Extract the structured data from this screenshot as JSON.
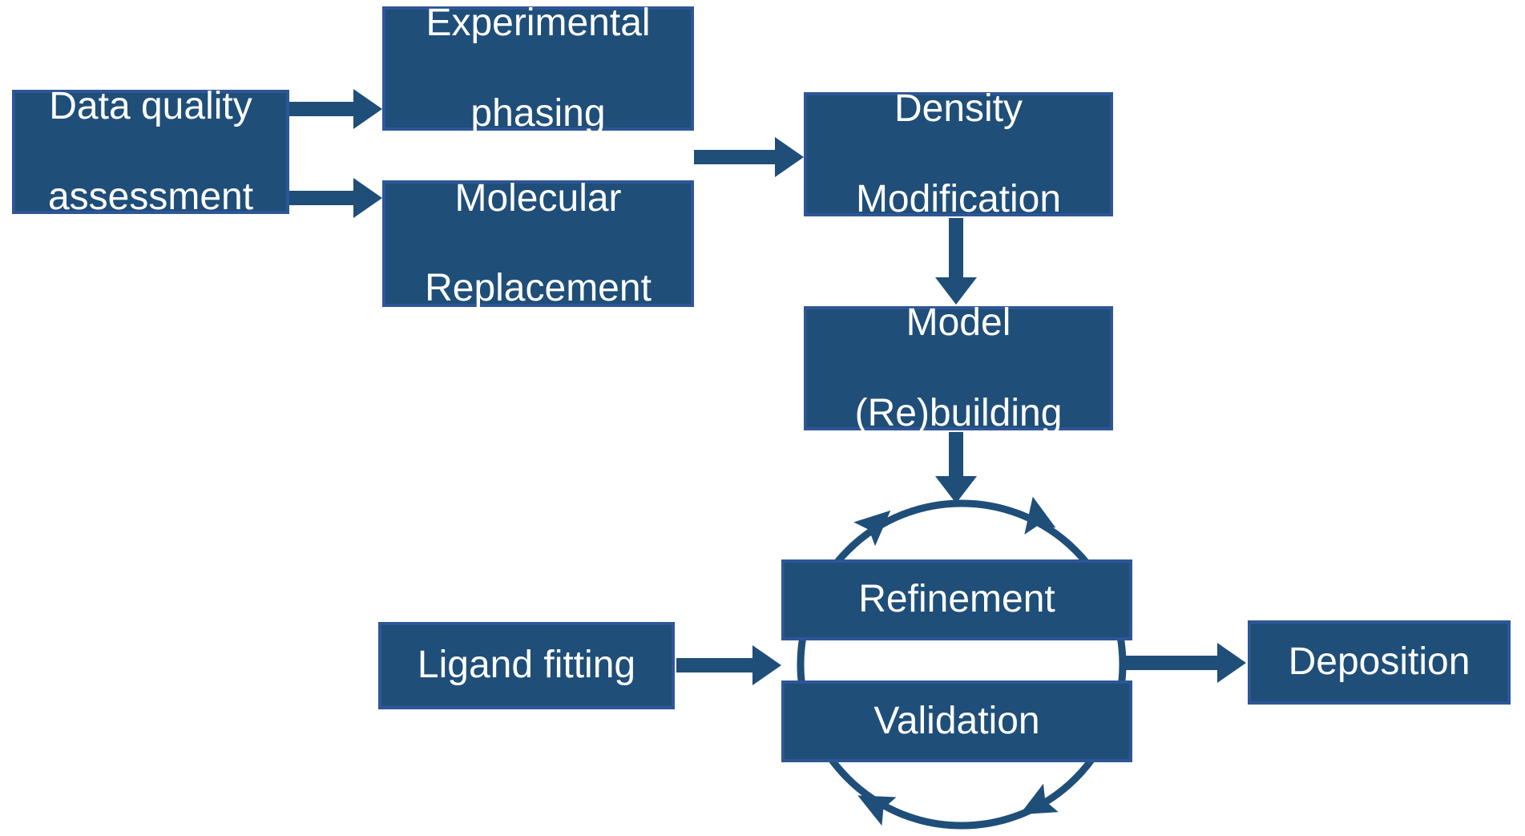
{
  "diagram": {
    "type": "flowchart",
    "description": "Crystallography structure-solution workflow",
    "colors": {
      "box_fill": "#1F4E79",
      "box_border": "#2E5697",
      "arrow": "#1F4E79",
      "text": "#FFFFFF",
      "background": "#FFFFFF"
    },
    "nodes": [
      {
        "id": "data-quality-assessment",
        "label": "Data quality assessment",
        "lines": [
          "Data quality",
          "assessment"
        ]
      },
      {
        "id": "experimental-phasing",
        "label": "Experimental phasing",
        "lines": [
          "Experimental",
          "phasing"
        ]
      },
      {
        "id": "molecular-replacement",
        "label": "Molecular Replacement",
        "lines": [
          "Molecular",
          "Replacement"
        ]
      },
      {
        "id": "density-modification",
        "label": "Density Modification",
        "lines": [
          "Density",
          "Modification"
        ]
      },
      {
        "id": "model-rebuilding",
        "label": "Model (Re)building",
        "lines": [
          "Model",
          "(Re)building"
        ]
      },
      {
        "id": "refinement",
        "label": "Refinement",
        "lines": [
          "Refinement"
        ]
      },
      {
        "id": "validation",
        "label": "Validation",
        "lines": [
          "Validation"
        ]
      },
      {
        "id": "ligand-fitting",
        "label": "Ligand fitting",
        "lines": [
          "Ligand fitting"
        ]
      },
      {
        "id": "deposition",
        "label": "Deposition",
        "lines": [
          "Deposition"
        ]
      }
    ],
    "edges": [
      {
        "from": "Data quality assessment",
        "to": "Experimental phasing"
      },
      {
        "from": "Data quality assessment",
        "to": "Molecular Replacement"
      },
      {
        "from": "Experimental phasing / Molecular Replacement",
        "to": "Density Modification"
      },
      {
        "from": "Density Modification",
        "to": "Model (Re)building"
      },
      {
        "from": "Model (Re)building",
        "to": "Refinement-Validation cycle"
      },
      {
        "from": "Ligand fitting",
        "to": "Refinement-Validation cycle"
      },
      {
        "from": "Refinement-Validation cycle",
        "to": "Deposition"
      }
    ],
    "cycle": {
      "between": [
        "Refinement",
        "Validation"
      ],
      "shape": "circular arrows",
      "arrowheads": 4
    }
  }
}
